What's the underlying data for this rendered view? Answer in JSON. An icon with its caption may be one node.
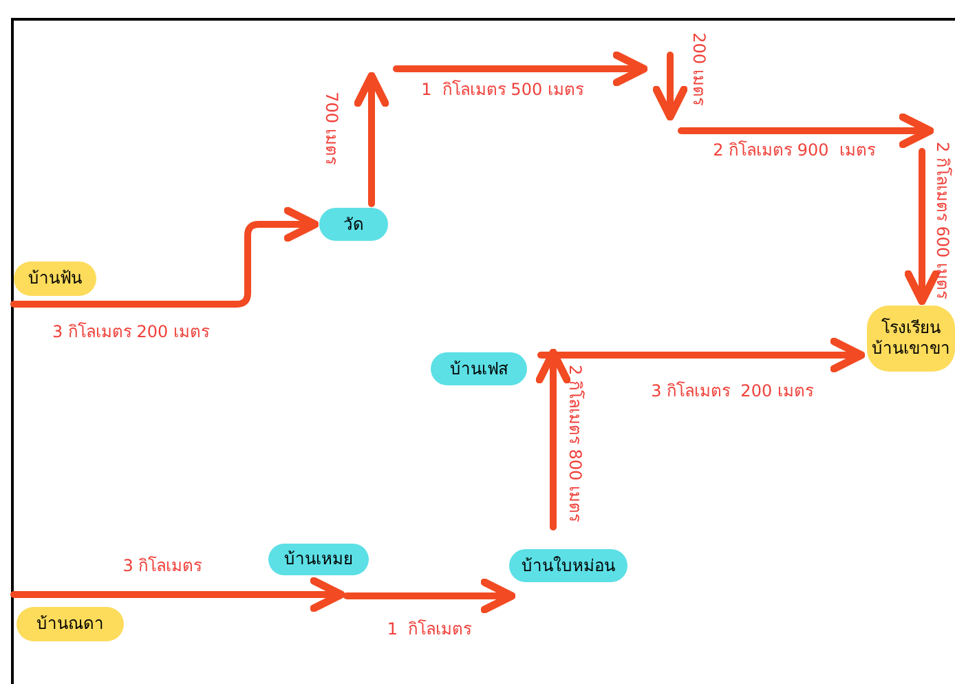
{
  "diagram": {
    "nodes": [
      {
        "text": [
          "บ้านฟ้น"
        ]
      },
      {
        "text": [
          "วัด"
        ]
      },
      {
        "text": [
          "โรงเรียน",
          "บ้านเขาขา"
        ]
      },
      {
        "text": [
          "บ้านเฟส"
        ]
      },
      {
        "text": [
          "บ้านเหมย"
        ]
      },
      {
        "text": [
          "บ้านใบหม่อน"
        ]
      },
      {
        "text": [
          "บ้านณดา"
        ]
      }
    ],
    "edges": [
      {
        "from": 0,
        "to": 1,
        "arrow": "to",
        "label": "3 กิโลเมตร 200 เมตร"
      },
      {
        "from": 1,
        "to": null,
        "arrow": "to",
        "label": "700 เมตร"
      },
      {
        "from": null,
        "to": 2,
        "arrow": "to",
        "label": "2 กิโลเมตร 600 เมตร"
      },
      {
        "from": 3,
        "to": 2,
        "arrow": "to",
        "label": "3 กิโลเมตร  200 เมตร"
      },
      {
        "from": 5,
        "to": 3,
        "arrow": "to",
        "label": "2 กิโลเมตร 800 เมตร"
      },
      {
        "from": 6,
        "to": 4,
        "arrow": "to",
        "label": "3 กิโลเมตร"
      },
      {
        "from": 4,
        "to": 5,
        "arrow": "to",
        "label": "1  กิโลเมตร"
      }
    ],
    "labels": [
      "1  กิโลเมตร 500 เมตร",
      "200 เมตร",
      "2 กิโลเมตร 900  เมตร"
    ]
  }
}
